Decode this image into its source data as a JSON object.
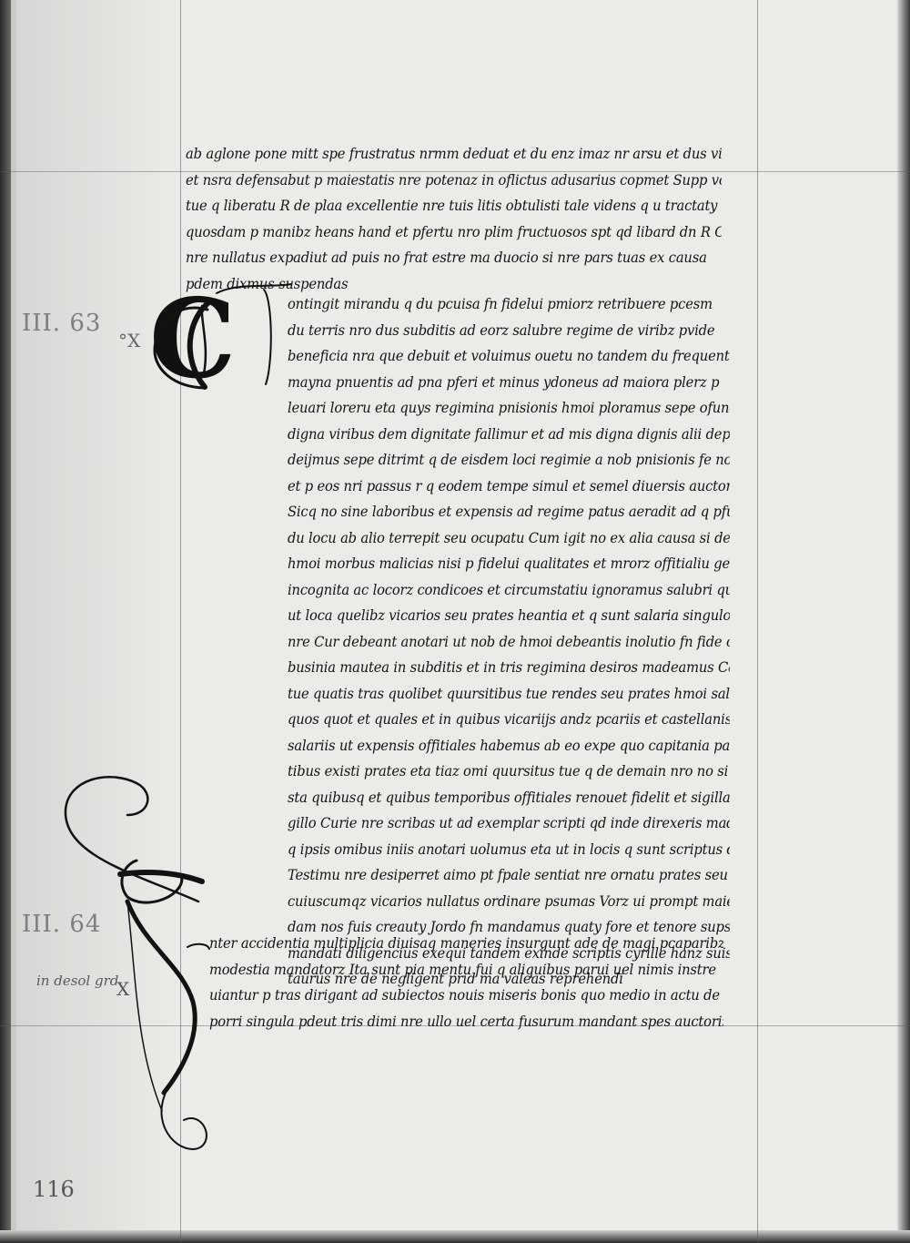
{
  "paragraphs": [
    {
      "lines": [
        "ab aglone pone mitt spe frustratus nrmm deduat et du enz imaz nr arsu et dus vitu",
        "et nsra defensabut p maiestatis nre potenaz in oflictus adusarius copmet Supp vo",
        "tue q liberatu R de plaa excellentie nre tuis litis obtulisti tale videns q u tractaty",
        "quosdam p manibz heans hand et pfertu nro plim fructuosos spt qd libard dn R Cur",
        "nre nullatus expadiut ad puis no frat estre ma duocio si nre pars tuas ex causa",
        "pdem dixmus suspendas"
      ]
    },
    {
      "lines": [
        "ontingit mirandu q du pcuisa fn fidelui pmiorz retribuere pcesm",
        "du terris nro dus subditis ad eorz salubre regime de viribz pvide",
        "beneficia nra que debuit et voluimus ouetu no tandem du frequenter",
        "mayna pnuentis ad pna pferi et minus ydoneus ad maiora plerz p",
        "leuari loreru eta quys regimina pnisionis hmoi ploramus sepe ofunde du dignu",
        "digna viribus dem dignitate fallimur et ad mis digna dignis alii deputant Illud in",
        "deijmus sepe ditrimt q de eisdem loci regimie a nob pnisionis fe nob p notariis usq",
        "et p eos nri passus r q eodem tempe simul et semel diuersis auctoribz prouid",
        "Sicq no sine laboribus et expensis ad regime patus aeradit ad q pfusue fuerat",
        "du locu ab alio terrepit seu ocupatu Cum igit no ex alia causa si deiugent animus",
        "hmoi morbus malicias nisi p fidelui qualitates et mrorz offitialiu gesta sunt nobis",
        "incognita ac locorz condicoes et circumstatiu ignoramus salubri quadaz puisioe puidimus",
        "ut loca quelibz vicarios seu prates heantia et q sunt salaria singulorz in quarnoibz",
        "nre Cur debeant anotari ut nob de hmoi debeantis inolutio fn fide curius",
        "businia mautea in subditis et in tris regimina desiros madeamus Cam igit p",
        "tue quatis tras quolibet quursitibus tue rendes seu prates hmoi salaria singulorz",
        "quos quot et quales et in quibus vicariijs andz pcariis et castellanis sup quibz",
        "salariis ut expensis offitiales habemus ab eo expe quo capitania pam vz illis p",
        "tibus existi prates eta tiaz omi quursitus tue q de demain nro no si salaria fu",
        "sta quibusq et quibus temporibus offitiales renouet fidelit et sigillatu sub nro si",
        "gillo Curie nre scribas ut ad exemplar scripti qd inde direxeris mad pdm ora",
        "q ipsis omibus iniis anotari uolumus eta ut in locis q sunt scriptus dum est ma fide",
        "Testimu nre desiperret aimo pt fpale sentiat nre ornatu prates seu quosq",
        "cuiuscumqz vicarios nullatus ordinare psumas Vorz ui prompt maiestatis nre ma",
        "dam nos fuis creauty Jordo fn mandamus quaty fore et tenore supscripti ni",
        "mandati diligencius exequi tandem exinde scriptis cyrille hanz suis tuis coherit",
        "taurus nre de negligent prid ma valeas reprehendi"
      ]
    },
    {
      "lines": [
        "nter accidentia multiplicia diuisaq maneries insurgunt ade de magi pcaparibz pruida",
        "modestia mandatorz Ita sunt pia mentu fui q aliquibus parui uel nimis instre",
        "uiantur p tras dirigant ad subiectos nouis miseris bonis quo medio in actu de",
        "porri singula pdeut tris dimi nre ullo uel certa fusurum mandant spes auctorizat"
      ]
    }
  ],
  "initials": {
    "c": "C",
    "i": "I"
  },
  "margin_notes": {
    "note_1": "III. 63",
    "note_2": "°X",
    "note_3": "III. 64",
    "note_4": "in desol grd",
    "note_5": "X",
    "folio": "116"
  }
}
